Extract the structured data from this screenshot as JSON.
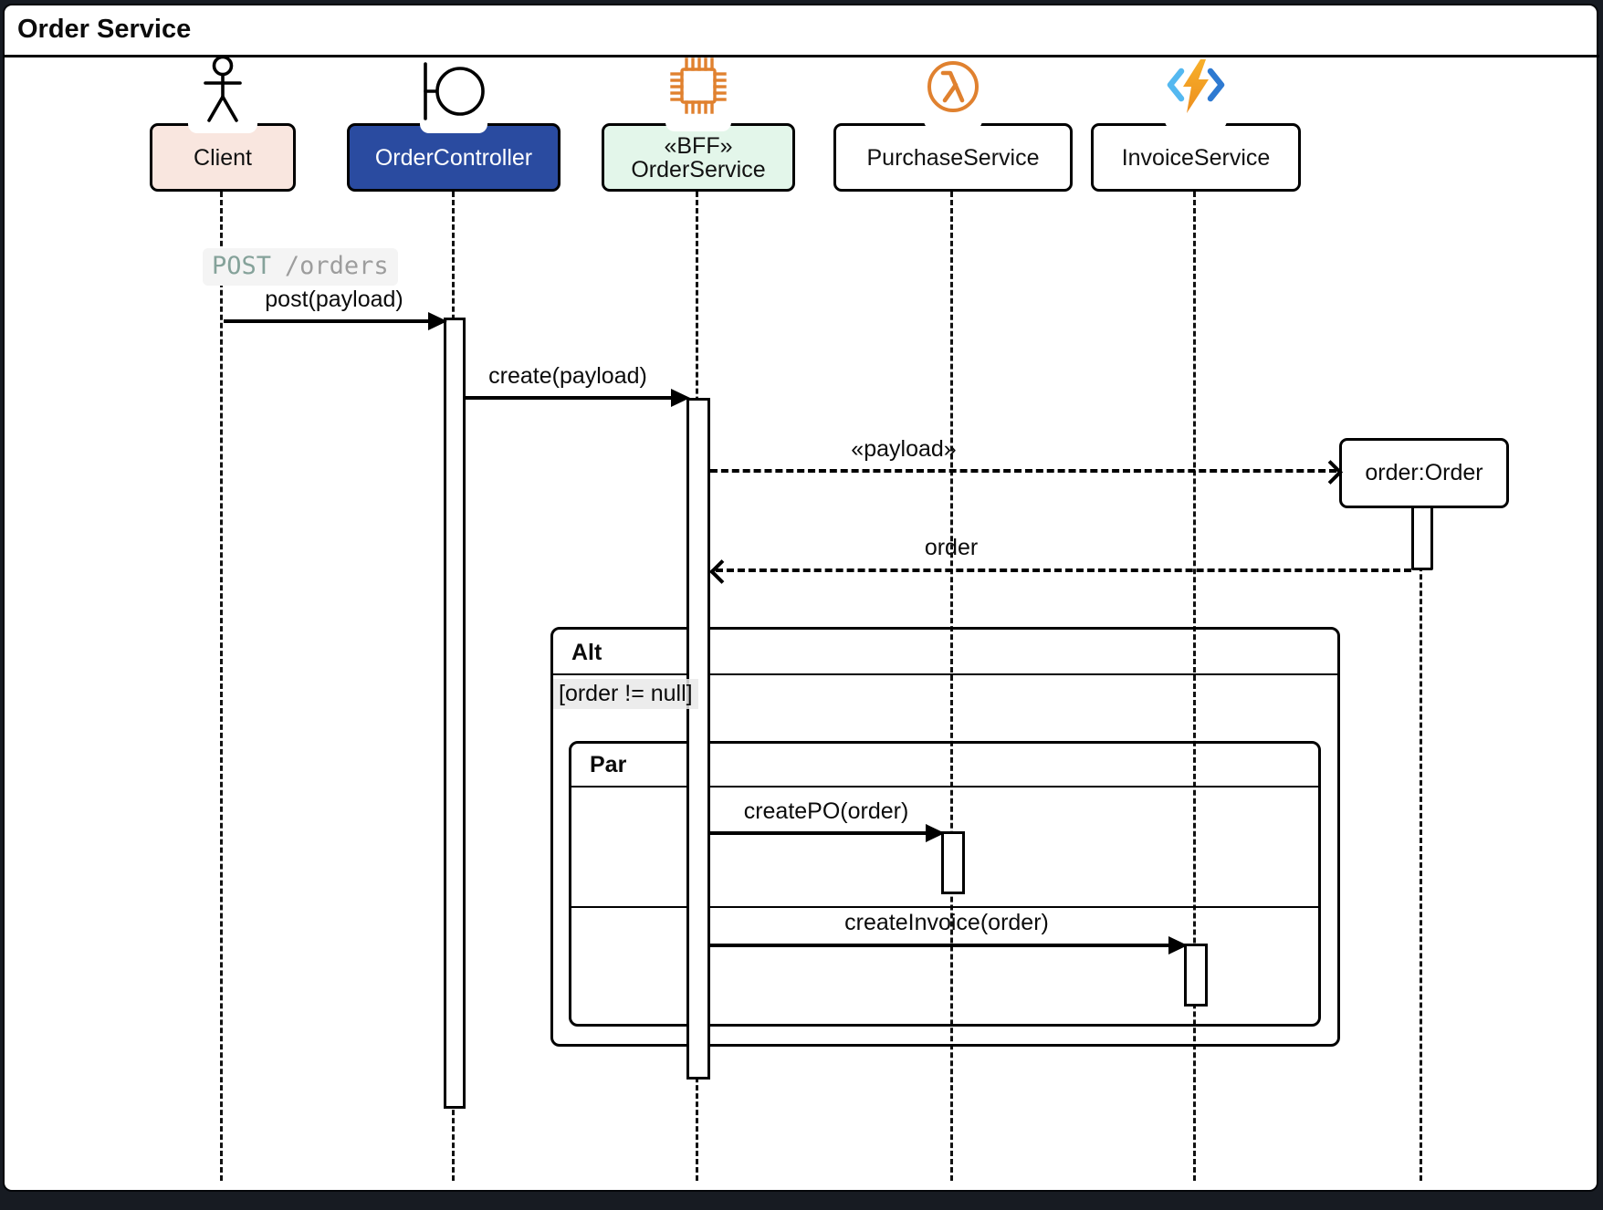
{
  "window": {
    "title": "Order Service"
  },
  "participants": [
    {
      "label": "Client",
      "icon": "actor-icon",
      "fill": "#f9e6df"
    },
    {
      "label": "OrderController",
      "icon": "boundary-icon",
      "fill": "#2a4ba0"
    },
    {
      "stereotype": "«BFF»",
      "label": "OrderService",
      "icon": "chip-icon",
      "fill": "#e3f6ea"
    },
    {
      "label": "PurchaseService",
      "icon": "lambda-icon",
      "fill": "#ffffff"
    },
    {
      "label": "InvoiceService",
      "icon": "azure-functions-icon",
      "fill": "#ffffff"
    }
  ],
  "created_object": {
    "label": "order:Order"
  },
  "annotation": {
    "method": "POST",
    "path": "/orders",
    "method_color": "#85a29a",
    "path_color": "#9d9d9d",
    "bg": "#f4f4f4"
  },
  "messages": [
    {
      "label": "post(payload)",
      "from": "Client",
      "to": "OrderController",
      "line": "solid",
      "arrow": "filled"
    },
    {
      "label": "create(payload)",
      "from": "OrderController",
      "to": "OrderService",
      "line": "solid",
      "arrow": "filled"
    },
    {
      "label": "«payload»",
      "from": "OrderService",
      "to": "order:Order",
      "line": "dashed",
      "arrow": "open"
    },
    {
      "label": "order",
      "from": "order:Order",
      "to": "OrderService",
      "line": "dashed",
      "arrow": "open"
    },
    {
      "label": "createPO(order)",
      "from": "OrderService",
      "to": "PurchaseService",
      "line": "solid",
      "arrow": "filled"
    },
    {
      "label": "createInvoice(order)",
      "from": "OrderService",
      "to": "InvoiceService",
      "line": "solid",
      "arrow": "filled"
    }
  ],
  "fragments": [
    {
      "type": "Alt",
      "condition": "[order != null]"
    },
    {
      "type": "Par"
    }
  ],
  "colors": {
    "controller_blue": "#2a4ba0",
    "client_pink": "#f9e6df",
    "service_green": "#e3f6ea",
    "aws_orange": "#e0812f",
    "chip_orange": "#e0812f",
    "azure_blue_light": "#54b8f0",
    "azure_blue_dark": "#2e7ad1",
    "bolt_gradient_top": "#f7b02a",
    "bolt_gradient_bottom": "#ed8e1e",
    "frame_dark": "#171b22",
    "annotation_bg": "#f4f4f4"
  }
}
